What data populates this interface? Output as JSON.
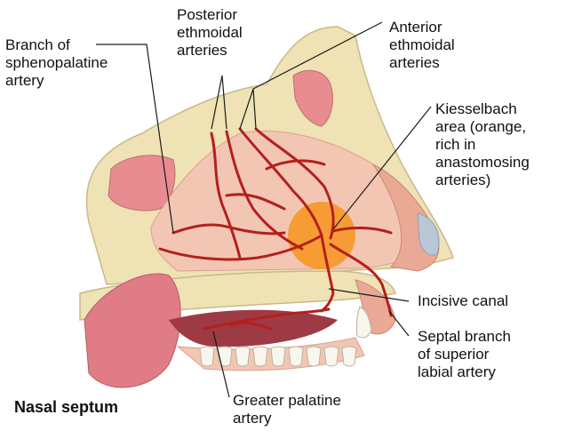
{
  "labels": {
    "branch_sphenopalatine": "Branch of\nsphenopalatine\nartery",
    "posterior_ethmoidal": "Posterior\nethmoidal\narteries",
    "anterior_ethmoidal": "Anterior\nethmoidal\narteries",
    "kiesselbach": "Kiesselbach\narea (orange,\nrich in\nanastomosing\narteries)",
    "incisive_canal": "Incisive canal",
    "septal_branch": "Septal branch\nof superior\nlabial artery",
    "greater_palatine": "Greater palatine\nartery",
    "title": "Nasal septum"
  },
  "colors": {
    "artery": "#b3201c",
    "kiesselbach_area": "#f7941d",
    "septum": "#f3c6b4",
    "bone": "#efe2b4",
    "sinus": "#e98c92",
    "tongue": "#e07c86",
    "leader": "#1a1a1a"
  }
}
